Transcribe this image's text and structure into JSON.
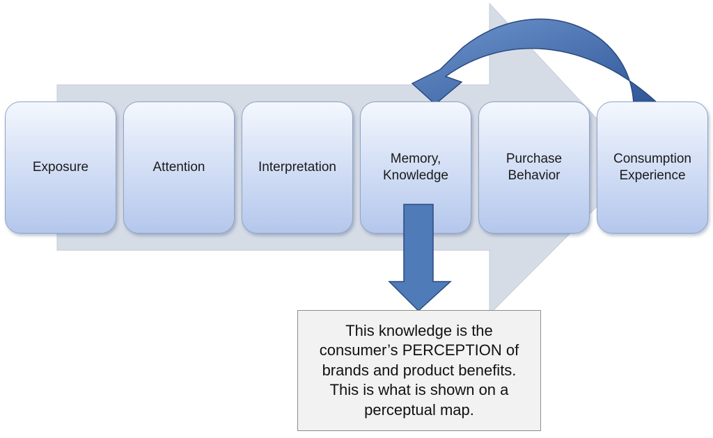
{
  "steps": [
    {
      "label": "Exposure"
    },
    {
      "label": "Attention"
    },
    {
      "label": "Interpretation"
    },
    {
      "label": "Memory,\nKnowledge"
    },
    {
      "label": "Purchase\nBehavior"
    },
    {
      "label": "Consumption\nExperience"
    }
  ],
  "note": {
    "text": "This knowledge is the consumer’s PERCEPTION of brands and product benefits. This is what is shown on a perceptual map."
  },
  "colors": {
    "background_arrow": "#d5dce6",
    "step_fill": "#c6d5f1",
    "step_border": "#8ea4c4",
    "arrow_blue": "#4f7bb8",
    "arrow_blue_dark": "#2f5597",
    "note_fill": "#f2f2f2"
  }
}
